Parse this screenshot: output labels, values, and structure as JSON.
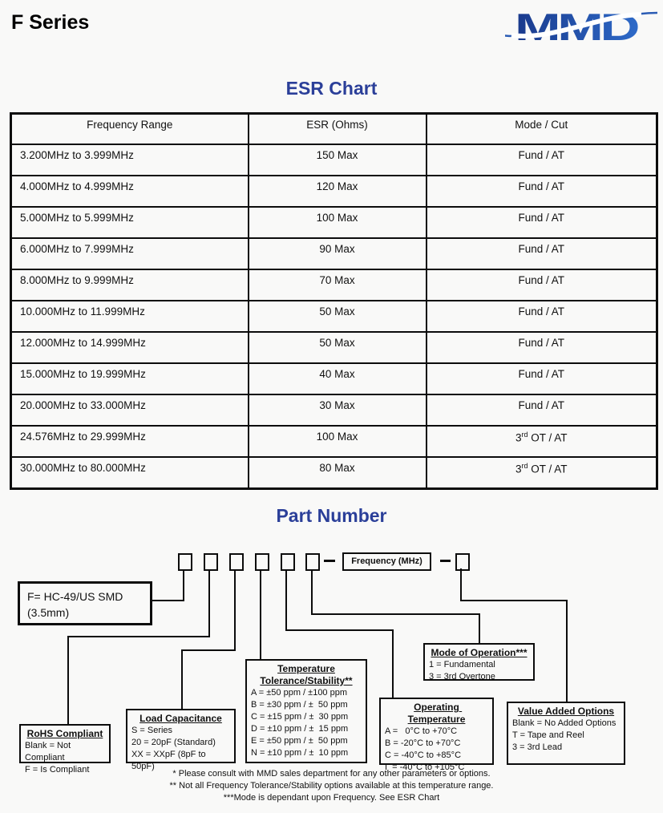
{
  "header": {
    "product": "F Series",
    "logo_text": "MMD"
  },
  "esr_chart": {
    "title": "ESR Chart",
    "columns": [
      "Frequency Range",
      "ESR (Ohms)",
      "Mode / Cut"
    ],
    "rows": [
      {
        "freq": "3.200MHz to 3.999MHz",
        "esr": "150 Max",
        "mode": [
          "Fund / AT"
        ]
      },
      {
        "freq": "4.000MHz to 4.999MHz",
        "esr": "120 Max",
        "mode": [
          "Fund / AT"
        ]
      },
      {
        "freq": "5.000MHz to 5.999MHz",
        "esr": "100 Max",
        "mode": [
          "Fund / AT"
        ]
      },
      {
        "freq": "6.000MHz to 7.999MHz",
        "esr": "90 Max",
        "mode": [
          "Fund / AT"
        ]
      },
      {
        "freq": "8.000MHz to 9.999MHz",
        "esr": "70 Max",
        "mode": [
          "Fund / AT"
        ]
      },
      {
        "freq": "10.000MHz to 11.999MHz",
        "esr": "50 Max",
        "mode": [
          "Fund / AT"
        ]
      },
      {
        "freq": "12.000MHz to 14.999MHz",
        "esr": "50 Max",
        "mode": [
          "Fund / AT"
        ]
      },
      {
        "freq": "15.000MHz to 19.999MHz",
        "esr": "40 Max",
        "mode": [
          "Fund / AT"
        ]
      },
      {
        "freq": "20.000MHz to 33.000MHz",
        "esr": "30 Max",
        "mode": [
          "Fund / AT"
        ]
      },
      {
        "freq": "24.576MHz to 29.999MHz",
        "esr": "100 Max",
        "mode": [
          "3",
          "rd",
          " OT / AT"
        ]
      },
      {
        "freq": "30.000MHz to 80.000MHz",
        "esr": "80 Max",
        "mode": [
          "3",
          "rd",
          " OT / AT"
        ]
      }
    ]
  },
  "part_number": {
    "title": "Part Number",
    "frequency_label": "Frequency (MHz)",
    "series_box": {
      "lines": [
        "F= HC-49/US SMD",
        "(3.5mm)"
      ]
    },
    "rohs_box": {
      "title": [
        "RoHS Compliant"
      ],
      "lines": [
        "Blank = Not Compliant",
        "F = Is Compliant"
      ]
    },
    "load_box": {
      "title": [
        "Load Capacitance"
      ],
      "lines": [
        "S = Series",
        "20 = 20pF (Standard)",
        "XX = XXpF (8pF to 50pF)"
      ]
    },
    "temp_box": {
      "title": [
        "Temperature",
        "Tolerance/Stability**"
      ],
      "lines": [
        "A = ±50 ppm / ±100 ppm",
        "B = ±30 ppm / ±  50 ppm",
        "C = ±15 ppm / ±  30 ppm",
        "D = ±10 ppm / ±  15 ppm",
        "E = ±50 ppm / ±  50 ppm",
        "N = ±10 ppm / ±  10 ppm"
      ]
    },
    "optemp_box": {
      "title": [
        "Operating Temperature"
      ],
      "lines": [
        "A =   0°C to +70°C",
        "B = -20°C to +70°C",
        "C = -40°C to +85°C",
        "I  = -40°C to +105°C"
      ]
    },
    "mode_box": {
      "title": [
        "Mode of Operation***"
      ],
      "lines": [
        "1 = Fundamental",
        "3 = 3rd Overtone"
      ]
    },
    "value_box": {
      "title": [
        "Value Added Options"
      ],
      "lines": [
        "Blank = No Added Options",
        "T = Tape and Reel",
        "3 = 3rd Lead"
      ]
    }
  },
  "footnotes": [
    "* Please consult with MMD sales department for any other parameters or options.",
    "** Not all Frequency Tolerance/Stability options available at this temperature range.",
    "***Mode is dependant upon Frequency. See ESR Chart"
  ],
  "colors": {
    "heading_blue": "#2b3f99",
    "logo_blue_dark": "#1a3a8c",
    "logo_blue_light": "#2e6ac8",
    "border_black": "#0c0c0c"
  }
}
